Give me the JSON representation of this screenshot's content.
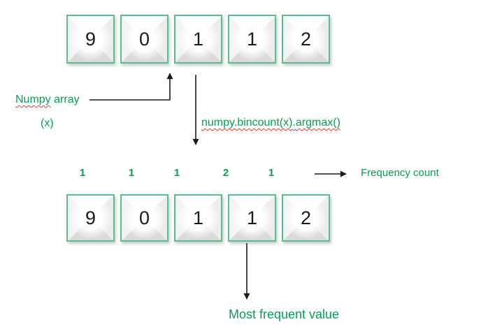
{
  "colors": {
    "green_text": "#00A254",
    "box_border": "#55C08E",
    "arrow": "#1a1a1a",
    "digit": "#1a1a1a",
    "squiggle_red": "#e8332a",
    "squiggle_blue": "#3b6fe0"
  },
  "top_array": {
    "values": [
      "9",
      "0",
      "1",
      "1",
      "2"
    ]
  },
  "bottom_array": {
    "values": [
      "9",
      "0",
      "1",
      "1",
      "2"
    ]
  },
  "frequency": {
    "values": [
      "1",
      "1",
      "1",
      "2",
      "1"
    ],
    "label": "Frequency count"
  },
  "labels": {
    "numpy_word": "Numpy",
    "array_word": " array",
    "x_var": "(x)",
    "code_part1": "numpy.bincount(x)",
    "code_part2": ".",
    "code_part3": "argmax()",
    "most_frequent": "Most frequent value"
  }
}
